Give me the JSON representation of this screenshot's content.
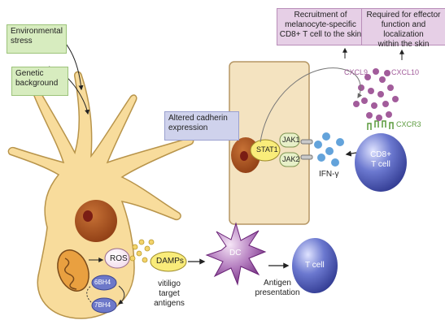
{
  "labels": {
    "environmental_stress": [
      "Environmental",
      "stress"
    ],
    "genetic_background": [
      "Genetic",
      "background"
    ],
    "altered_cadherin": [
      "Altered cadherin",
      "expression"
    ],
    "recruitment": [
      "Recruitment of",
      "melanocyte-specific",
      "CD8+ T cell to the skin"
    ],
    "required": [
      "Required for effector",
      "function and localization",
      "within the skin"
    ],
    "cxcl9": "CXCL9",
    "cxcl10": "CXCL10",
    "cxcr3": "CXCR3",
    "stat1": "STAT1",
    "jak1": "JAK1",
    "jak2": "JAK2",
    "ifn": "IFN-γ",
    "cd8": [
      "CD8+",
      "T cell"
    ],
    "ros": "ROS",
    "damps": "DAMPs",
    "vitiligo": [
      "vitiligo",
      "target",
      "antigens"
    ],
    "dc": "DC",
    "tcell": "T cell",
    "antigen_presentation": [
      "Antigen",
      "presentation"
    ],
    "bh4_6": "6BH4",
    "bh4_7": "7BH4"
  },
  "colors": {
    "melanocyte": "#f8dc9c",
    "melanocyte_outline": "#b8944a",
    "nucleus": "#9c4617",
    "keratinocyte": "#f4e3c0",
    "stat1": "#f9ec7a",
    "jak": "#e7f0c8",
    "tcell_blue": "#3b4ba8",
    "dc_purple": "#7a2d88",
    "chemokine": "#a25c9b",
    "ifn_dots": "#63a3db",
    "green_box": "#d7ecbf",
    "purple_box": "#e6cfe6",
    "blue_box": "#cfd2ec"
  }
}
